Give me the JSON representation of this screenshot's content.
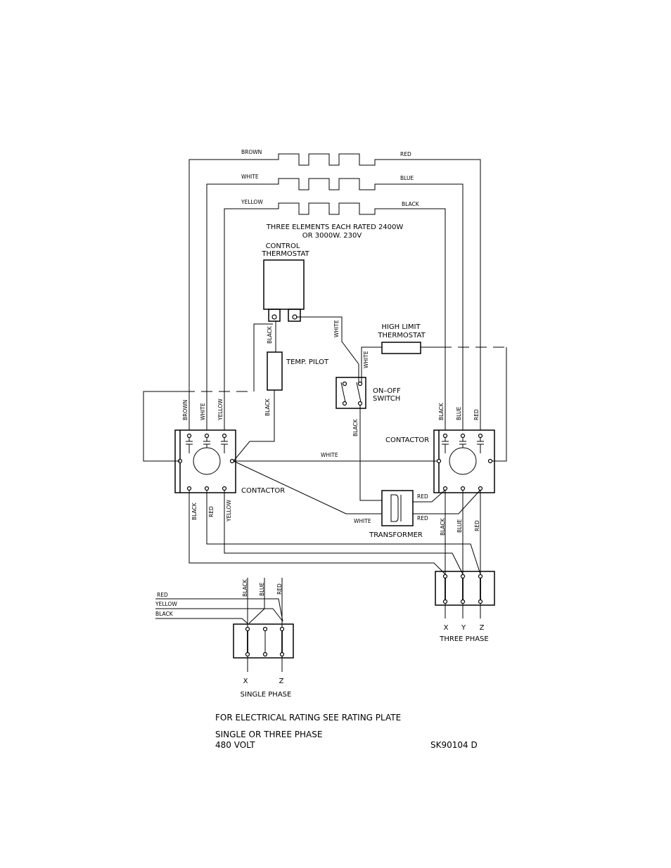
{
  "wire_colors": {
    "brown": "BROWN",
    "white": "WHITE",
    "yellow": "YELLOW",
    "red": "RED",
    "blue": "BLUE",
    "black": "BLACK"
  },
  "elements": {
    "label_line1": "THREE ELEMENTS EACH RATED 2400W",
    "label_line2": "OR 3000W. 230V"
  },
  "components": {
    "control_thermostat_line1": "CONTROL",
    "control_thermostat_line2": "THERMOSTAT",
    "temp_pilot": "TEMP. PILOT",
    "high_limit_line1": "HIGH LIMIT",
    "high_limit_line2": "THERMOSTAT",
    "switch_line1": "ON–OFF",
    "switch_line2": "SWITCH",
    "contactor_left": "CONTACTOR",
    "contactor_right": "CONTACTOR",
    "transformer": "TRANSFORMER"
  },
  "supply": {
    "three_phase_x": "X",
    "three_phase_y": "Y",
    "three_phase_z": "Z",
    "three_phase_label": "THREE PHASE",
    "single_phase_x": "X",
    "single_phase_z": "Z",
    "single_phase_label": "SINGLE PHASE"
  },
  "notes": {
    "rating": "FOR ELECTRICAL RATING SEE RATING PLATE",
    "phase": "SINGLE OR THREE PHASE",
    "voltage": "480 VOLT",
    "drawing_number": "SK90104  D"
  }
}
